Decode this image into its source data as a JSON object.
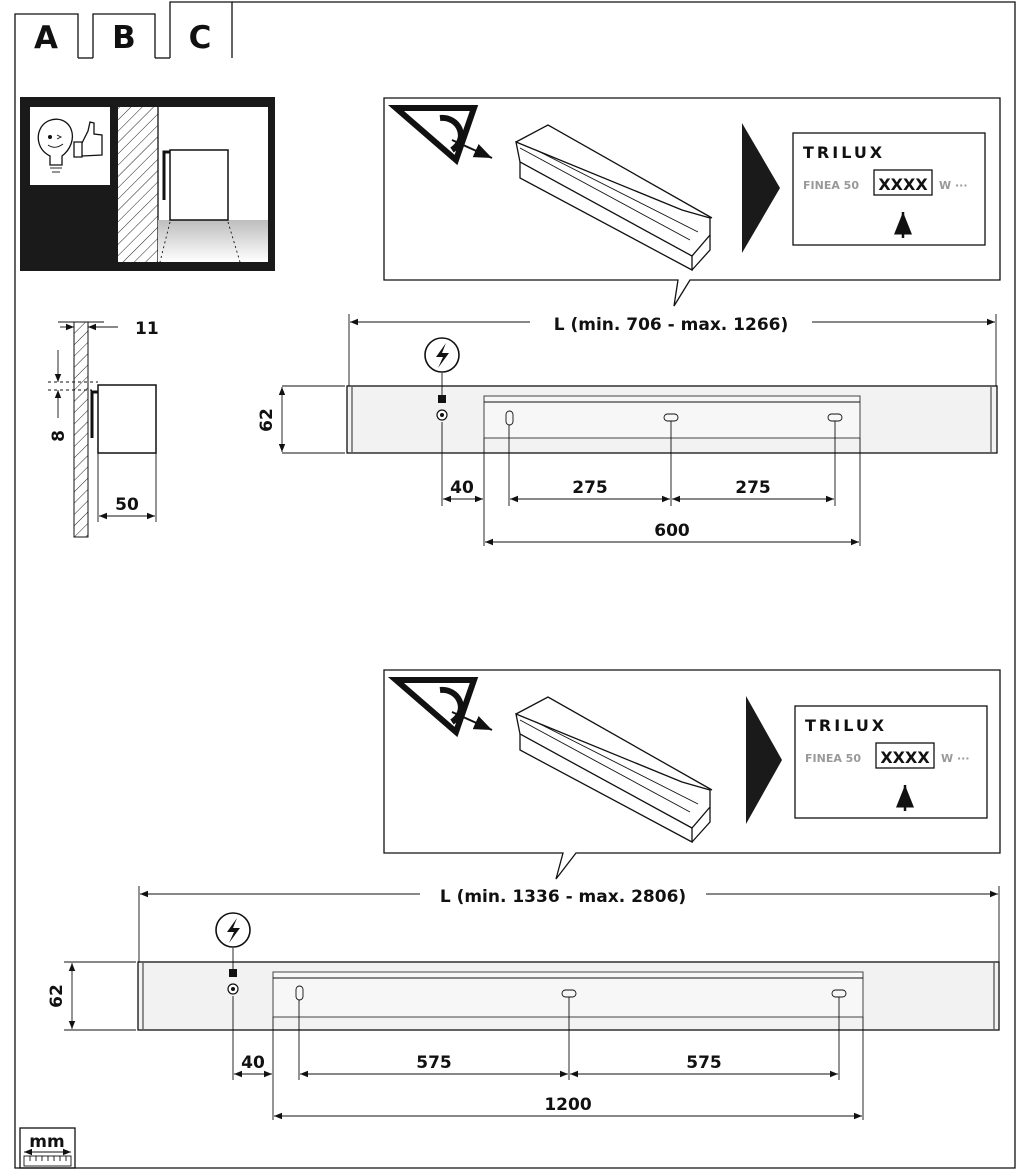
{
  "tabs": [
    {
      "label": "A"
    },
    {
      "label": "B"
    },
    {
      "label": "C"
    }
  ],
  "label_view": {
    "brand": "TRILUX",
    "model": "FINEA 50",
    "code": "XXXX",
    "suffix": "W ···"
  },
  "top": {
    "length_label": "L (min. 706 - max. 1266)",
    "height": "62",
    "offset": "40",
    "spacing_left": "275",
    "spacing_right": "275",
    "rail_length": "600"
  },
  "side": {
    "thickness": "11",
    "offset": "8",
    "depth": "50"
  },
  "bottom": {
    "length_label": "L (min. 1336 - max. 2806)",
    "height": "62",
    "offset": "40",
    "spacing_left": "575",
    "spacing_right": "575",
    "rail_length": "1200"
  },
  "unit": "mm",
  "colors": {
    "line": "#111111",
    "panel": "#1a1a1a",
    "box_fill": "#f2f2f2",
    "muted_text": "#999999"
  }
}
